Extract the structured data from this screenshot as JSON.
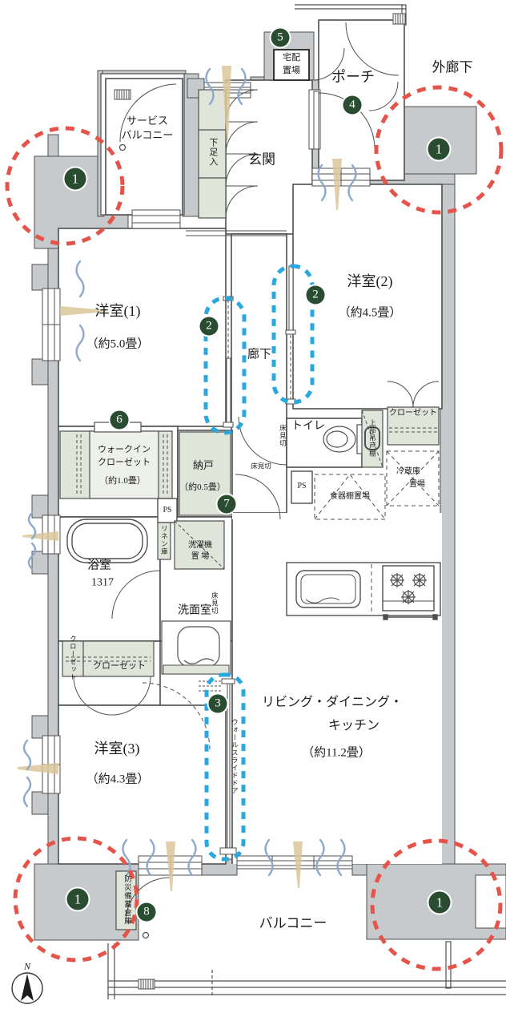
{
  "colors": {
    "wall_gray": "#c7cacc",
    "storage_green": "#dfe5d9",
    "marker_green": "#2a4c31",
    "red_dashed": "#e4544a",
    "blue_dashed": "#2ba7e0",
    "wind_blue": "#8fa9cd",
    "wind_tan": "#dbc59a"
  },
  "markers": {
    "n1": "1",
    "n2": "2",
    "n3": "3",
    "n4": "4",
    "n5": "5",
    "n6": "6",
    "n7": "7",
    "n8": "8"
  },
  "rooms": {
    "outer_corridor": "外廊下",
    "porch": "ポーチ",
    "delivery_box": {
      "line1": "宅配",
      "line2": "置場"
    },
    "service_balcony": {
      "line1": "サービス",
      "line2": "バルコニー"
    },
    "entrance": "玄関",
    "shoe_cabinet": "下足入",
    "bedroom1": {
      "name": "洋室(1)",
      "size": "（約5.0畳）"
    },
    "bedroom2": {
      "name": "洋室(2)",
      "size": "（約4.5畳）"
    },
    "bedroom3": {
      "name": "洋室(3)",
      "size": "（約4.3畳）"
    },
    "corridor": "廊下",
    "walkin_closet": {
      "line1": "ウォークイン",
      "line2": "クローゼット",
      "size": "（約1.0畳）"
    },
    "storeroom": {
      "name": "納戸",
      "size": "（約0.5畳）"
    },
    "toilet": "トイレ",
    "upper_cabinet": "上部吊戸棚",
    "closet": "クローゼット",
    "fridge_space": {
      "line1": "冷蔵庫",
      "line2": "置場"
    },
    "dish_shelf_space": "食器棚置場",
    "pipe_space": "PS",
    "bathroom": {
      "name": "浴室",
      "size": "1317"
    },
    "linen_cabinet": "リネン庫",
    "washer_space": {
      "line1": "洗濯機",
      "line2": "置 場"
    },
    "washroom": "洗面室",
    "floor_divider": "床見切",
    "ldk": {
      "line1": "リビング・ダイニング・",
      "line2": "キッチン",
      "size": "（約11.2畳）"
    },
    "wall_slide_door": "ウォールスライドドア",
    "balcony": "バルコニー",
    "disaster_storage": "防災備蓄倉庫"
  },
  "compass": {
    "north": "N"
  }
}
